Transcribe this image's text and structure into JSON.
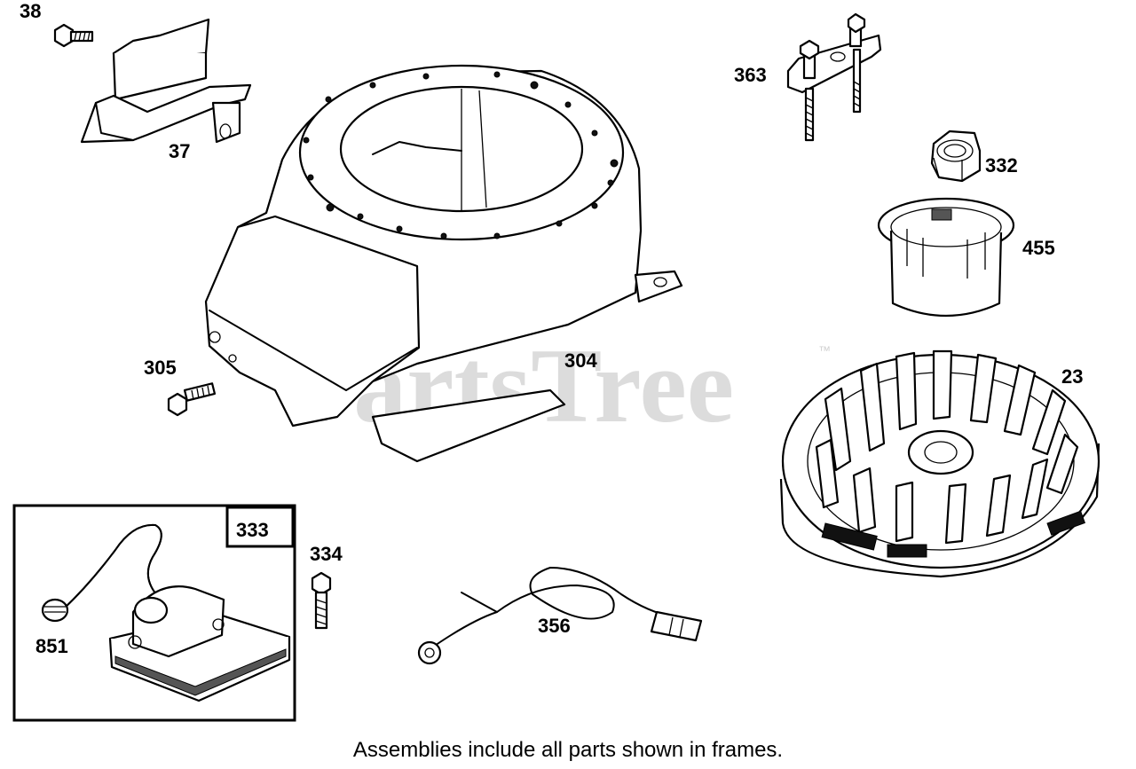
{
  "watermark": "PartsTree",
  "trademark": "™",
  "footnote": "Assemblies include all parts shown in frames.",
  "part_labels": {
    "p38": "38",
    "p37": "37",
    "p363": "363",
    "p332": "332",
    "p455": "455",
    "p23": "23",
    "p305": "305",
    "p304": "304",
    "p333": "333",
    "p334": "334",
    "p851": "851",
    "p356": "356"
  }
}
